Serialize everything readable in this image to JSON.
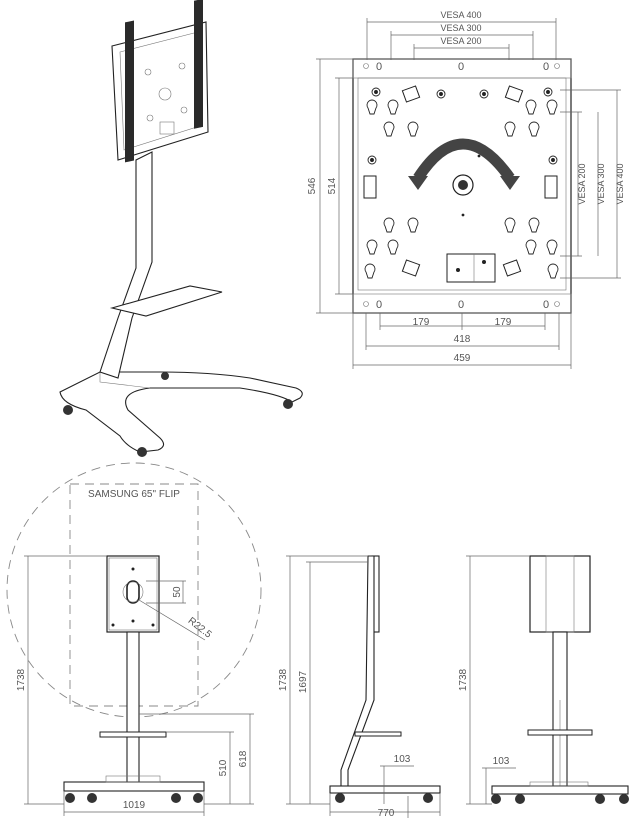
{
  "plate": {
    "vesa400": "VESA 400",
    "vesa300": "VESA 300",
    "vesa200": "VESA 200",
    "vesa200_v": "VESA 200",
    "vesa300_v": "VESA 300",
    "vesa400_v": "VESA 400",
    "dim_546": "546",
    "dim_514": "514",
    "dim_179_left": "179",
    "dim_179_right": "179",
    "dim_418": "418",
    "dim_459": "459",
    "zero": "0"
  },
  "front": {
    "screen_label": "SAMSUNG 65\" FLIP",
    "dim_50": "50",
    "dim_radius": "R22.5",
    "dim_1738": "1738",
    "dim_510": "510",
    "dim_618": "618",
    "dim_1019": "1019"
  },
  "side": {
    "dim_1738": "1738",
    "dim_1697": "1697",
    "dim_103": "103",
    "dim_770": "770"
  },
  "rear": {
    "dim_1738": "1738",
    "dim_103": "103"
  }
}
